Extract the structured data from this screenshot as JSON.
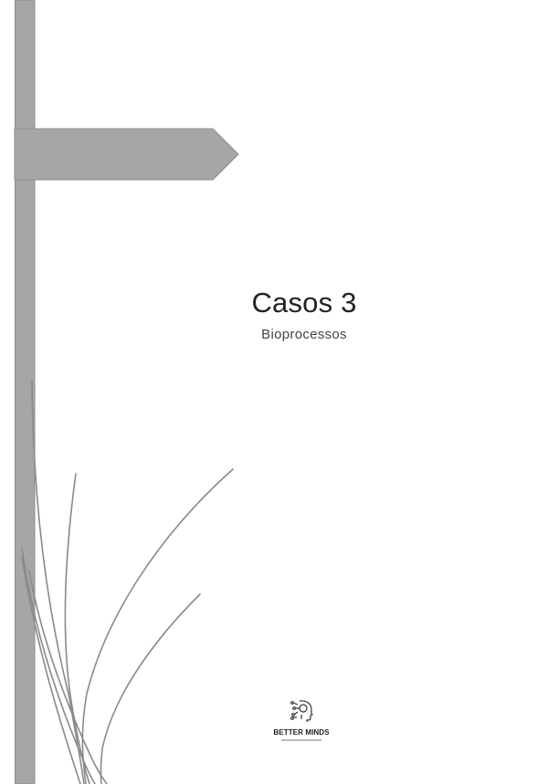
{
  "document": {
    "title": "Casos 3",
    "subtitle": "Bioprocessos"
  },
  "logo": {
    "name": "BETTER MINDS",
    "icon": "head-circuit-icon"
  },
  "colors": {
    "bar": "#a6a6a6",
    "bar_border": "#8c8c8c",
    "curves": "#8a8a8a",
    "title": "#222222"
  }
}
